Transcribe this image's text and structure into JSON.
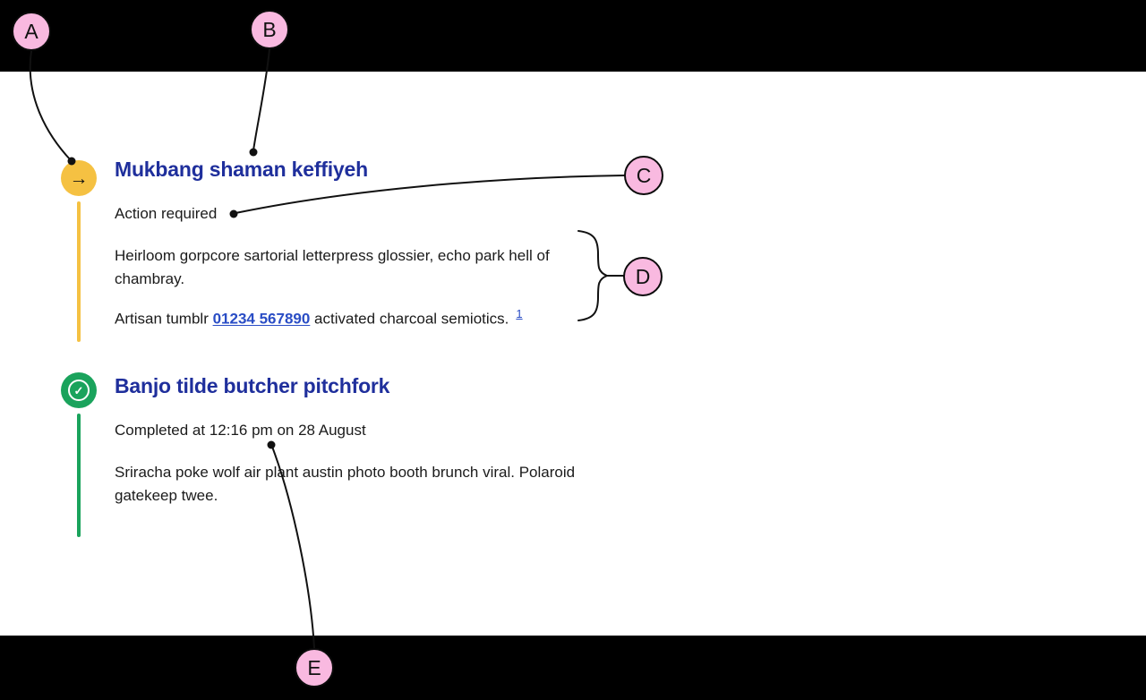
{
  "colors": {
    "annotation_pink": "#F9B9E0",
    "timeline_yellow": "#F5C142",
    "timeline_green": "#1AA35C",
    "heading_blue": "#1F2F9C",
    "link_blue": "#2A4DC5"
  },
  "icon_glyphs": {
    "arrow_right": "→",
    "check": "✓"
  },
  "annotations": {
    "a": {
      "label": "A"
    },
    "b": {
      "label": "B"
    },
    "c": {
      "label": "C"
    },
    "d": {
      "label": "D"
    },
    "e": {
      "label": "E"
    }
  },
  "timeline": {
    "items": [
      {
        "title": "Mukbang shaman keffiyeh",
        "status": "Action required",
        "paragraph1": "Heirloom gorpcore sartorial letterpress glossier, echo park hell of chambray.",
        "paragraph2_prefix": "Artisan tumblr ",
        "paragraph2_link": "01234 567890",
        "paragraph2_suffix": " activated charcoal semiotics.",
        "footnote": "1"
      },
      {
        "title": "Banjo tilde butcher pitchfork",
        "status": "Completed at 12:16 pm on 28 August",
        "paragraph1": "Sriracha poke wolf air plant austin photo booth brunch viral. Polaroid gatekeep twee."
      }
    ]
  }
}
